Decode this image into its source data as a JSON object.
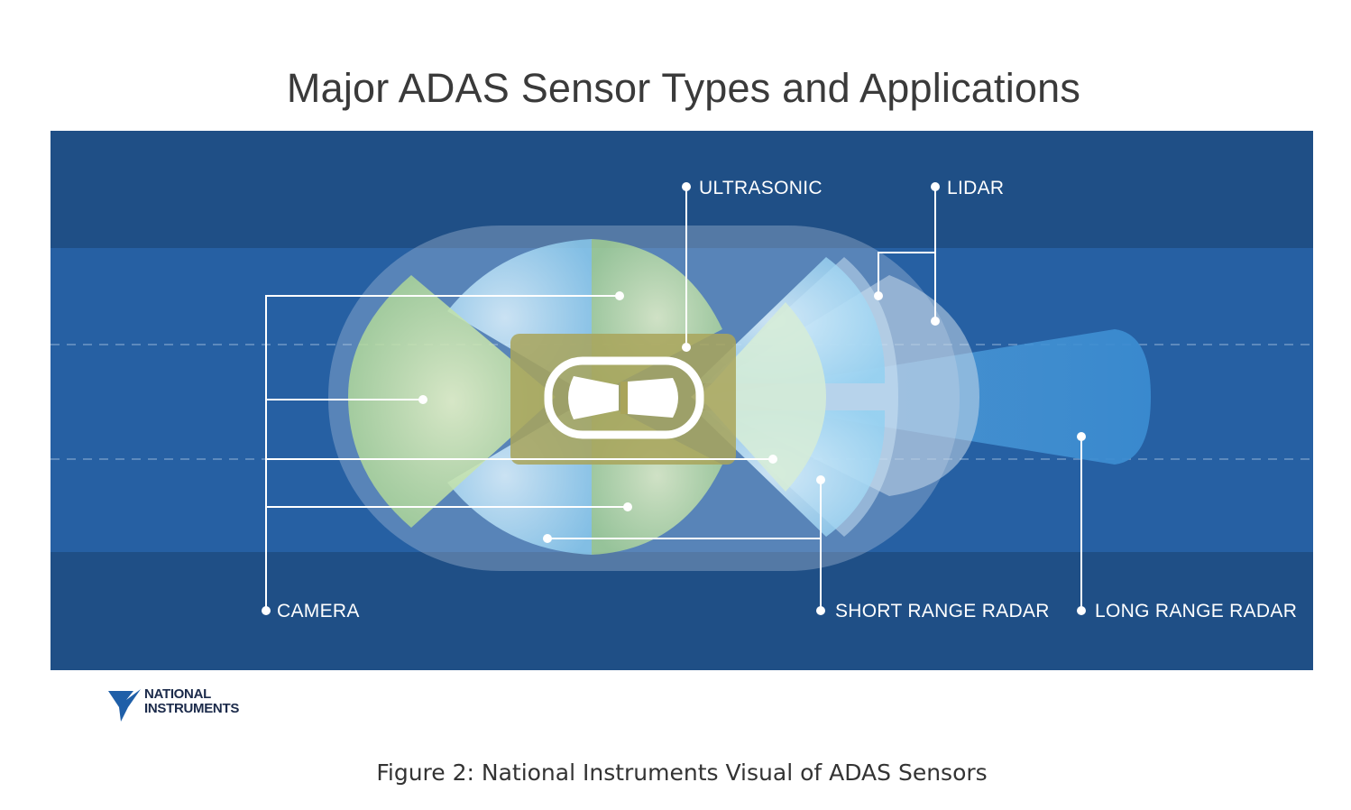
{
  "title": "Major ADAS Sensor Types and Applications",
  "labels": {
    "ultrasonic": "ULTRASONIC",
    "lidar": "LIDAR",
    "camera": "CAMERA",
    "short_range_radar": "SHORT RANGE RADAR",
    "long_range_radar": "LONG RANGE RADAR"
  },
  "logo": {
    "line1": "NATIONAL",
    "line2": "INSTRUMENTS",
    "icon": "national-instruments-eagle-logo"
  },
  "caption": "Figure 2: National Instruments Visual of ADAS Sensors",
  "colors": {
    "road_outer": "#1f4f86",
    "road_lane": "#2660a3",
    "long_range_radar": "#4a9ad8",
    "lidar": "#bcd0e6",
    "short_range_radar": "#a8dcf6",
    "camera": "#bfe0a8",
    "car": "#a5a75a"
  }
}
